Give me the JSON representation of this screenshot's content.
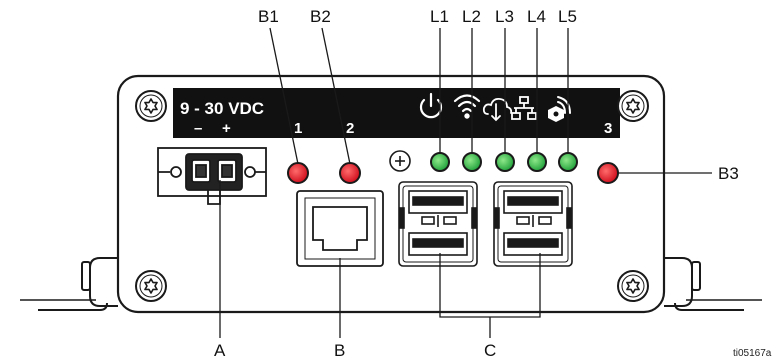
{
  "callouts": {
    "b1": "B1",
    "b2": "B2",
    "l1": "L1",
    "l2": "L2",
    "l3": "L3",
    "l4": "L4",
    "l5": "L5",
    "b3": "B3",
    "a": "A",
    "b": "B",
    "c": "C"
  },
  "panel": {
    "voltage": "9 - 30 VDC",
    "minus": "–",
    "plus": "+",
    "port1": "1",
    "port2": "2",
    "port3": "3"
  },
  "figure_ref": "ti05167a",
  "icons": {
    "status": [
      "power-icon",
      "wifi-icon",
      "cloud-icon",
      "network-icon",
      "cellular-icon"
    ],
    "mounting": "torx-screw-icon",
    "ground": "ground-plus-icon"
  },
  "colors": {
    "led_red": "#e0202c",
    "led_green": "#2fb34a",
    "panel_black": "#111111",
    "outline": "#1a1a1a"
  }
}
